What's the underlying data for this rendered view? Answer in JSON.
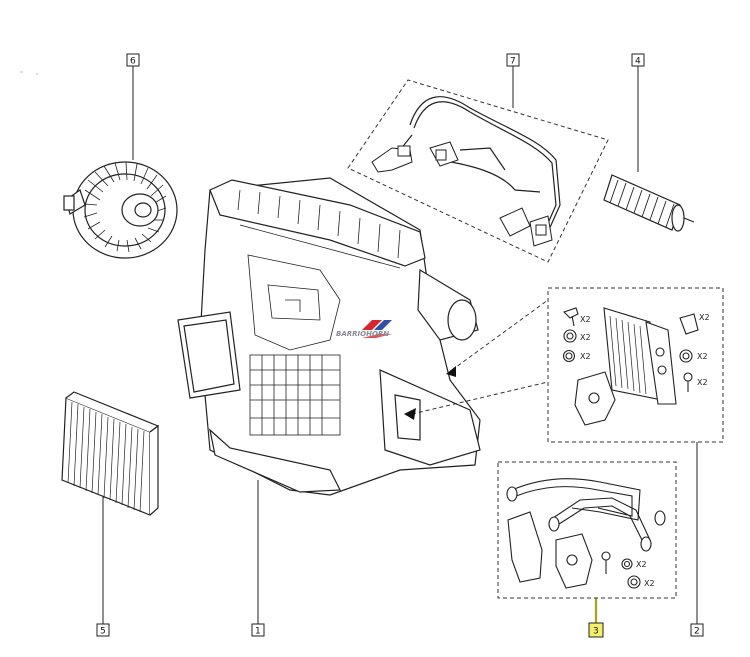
{
  "watermark": "BARRIOHORN",
  "callouts": [
    {
      "id": "c6",
      "text": "6",
      "highlighted": false
    },
    {
      "id": "c7",
      "text": "7",
      "highlighted": false
    },
    {
      "id": "c4",
      "text": "4",
      "highlighted": false
    },
    {
      "id": "c5",
      "text": "5",
      "highlighted": false
    },
    {
      "id": "c1",
      "text": "1",
      "highlighted": false
    },
    {
      "id": "c3",
      "text": "3",
      "highlighted": true
    },
    {
      "id": "c2",
      "text": "2",
      "highlighted": false
    }
  ],
  "quantity_labels": {
    "kit2": [
      "X2",
      "X2",
      "X2",
      "X2",
      "X2",
      "X2"
    ],
    "kit3": [
      "X2",
      "X2"
    ]
  },
  "colors": {
    "line": "#222222",
    "highlight": "#f5f06a",
    "dashed": "#333333",
    "watermark_red": "#d9262c",
    "watermark_blue": "#2f4fa8"
  }
}
